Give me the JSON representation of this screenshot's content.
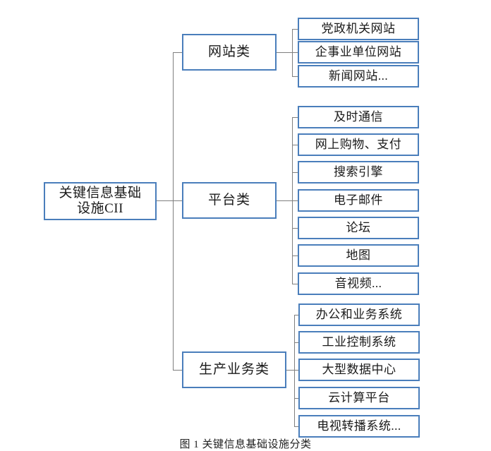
{
  "diagram": {
    "type": "tree-hierarchy",
    "title_text": "关键信息基础设施CII",
    "root": {
      "label": "关键信息基础\n设施CII"
    },
    "branches": [
      {
        "label": "网站类",
        "leaves": [
          {
            "label": "党政机关网站"
          },
          {
            "label": "企事业单位网站"
          },
          {
            "label": "新闻网站..."
          }
        ]
      },
      {
        "label": "平台类",
        "leaves": [
          {
            "label": "及时通信"
          },
          {
            "label": "网上购物、支付"
          },
          {
            "label": "搜索引擎"
          },
          {
            "label": "电子邮件"
          },
          {
            "label": "论坛"
          },
          {
            "label": "地图"
          },
          {
            "label": "音视频..."
          }
        ]
      },
      {
        "label": "生产业务类",
        "leaves": [
          {
            "label": "办公和业务系统"
          },
          {
            "label": "工业控制系统"
          },
          {
            "label": "大型数据中心"
          },
          {
            "label": "云计算平台"
          },
          {
            "label": "电视转播系统..."
          }
        ]
      }
    ],
    "caption": "图 1   关键信息基础设施分类",
    "colors": {
      "box_border": "#4a7ebb",
      "connector": "#7f7f7f",
      "text": "#1a1a1a",
      "background": "#ffffff"
    }
  }
}
